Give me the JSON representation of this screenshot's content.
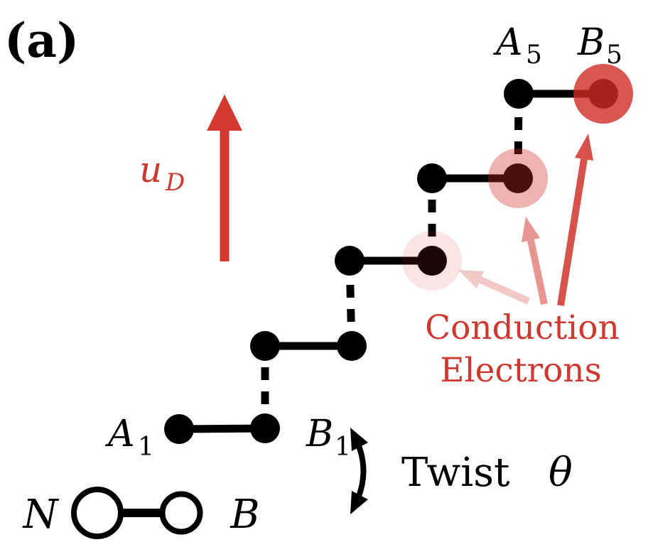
{
  "panel_label": "(a)",
  "colors": {
    "red_text": "#CF382E",
    "red_arrow": "#D23A30",
    "halo_red": "#CE2D24",
    "black": "#000000",
    "background": "#FFFFFF"
  },
  "displacement_arrow": {
    "label_main": "u",
    "label_sub": "D"
  },
  "twist_label": {
    "word": "Twist",
    "symbol": "θ"
  },
  "conduction_label": {
    "line1": "Conduction",
    "line2": "Electrons"
  },
  "atom_labels": {
    "a1": {
      "main": "A",
      "sub": "1"
    },
    "b1": {
      "main": "B",
      "sub": "1"
    },
    "a5": {
      "main": "A",
      "sub": "5"
    },
    "b5": {
      "main": "B",
      "sub": "5"
    }
  },
  "legend": {
    "n_label": "N",
    "b_label": "B"
  },
  "structure": {
    "description": "staircase chain of five N-B dimers; solid horizontal intra-dimer bonds, dashed vertical inter-dimer bonds; conduction-electron density halos on B3, B4, B5 with increasing opacity",
    "dot_radius": 21,
    "halo_radius": 42,
    "bond_width": 11,
    "dash_pattern": "18 16",
    "dimers": [
      {
        "name": "dimer-1",
        "a": [
          252,
          604
        ],
        "b": [
          373,
          603
        ],
        "halo_opacity": 0
      },
      {
        "name": "dimer-2",
        "a": [
          373,
          487
        ],
        "b": [
          495,
          487
        ],
        "halo_opacity": 0
      },
      {
        "name": "dimer-3",
        "a": [
          492,
          367
        ],
        "b": [
          608,
          367
        ],
        "halo_opacity": 0.13
      },
      {
        "name": "dimer-4",
        "a": [
          608,
          251
        ],
        "b": [
          729,
          251
        ],
        "halo_opacity": 0.36
      },
      {
        "name": "dimer-5",
        "a": [
          730,
          132
        ],
        "b": [
          849,
          132
        ],
        "halo_opacity": 0.8
      }
    ],
    "conduction_arrow_opacities": [
      0.26,
      0.5,
      0.82
    ]
  }
}
